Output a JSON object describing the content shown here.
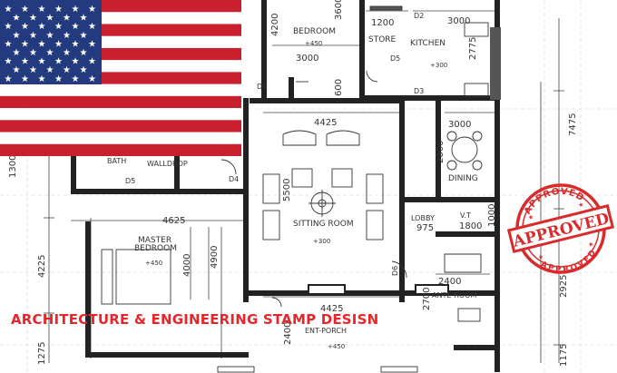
{
  "rooms": {
    "bedroom": "BEDROOM",
    "store": "STORE",
    "kitchen": "KITCHEN",
    "sitting_room": "SITTING ROOM",
    "dining": "DINING",
    "bath": "BATH",
    "walldrop": "WALLDROP",
    "master_bedroom_1": "MASTER",
    "master_bedroom_2": "BEDROOM",
    "lobby": "LOBBY",
    "vt": "V.T",
    "ante_room": "ANTE-ROOM",
    "ent_porch": "ENT-PORCH"
  },
  "doors": [
    "D2",
    "D5",
    "D4",
    "D3",
    "D5",
    "D4",
    "D6"
  ],
  "levels": {
    "bedroom": "+450",
    "kitchen": "+300",
    "sitting": "+300",
    "master": "+450",
    "porch": "+450"
  },
  "dims": {
    "d4200": "4200",
    "d3600": "3600",
    "d3000a": "3000",
    "d1200": "1200",
    "d3000b": "3000",
    "d2775": "2775",
    "d600": "600",
    "d4425a": "4425",
    "d7475": "7475",
    "d3000c": "3000",
    "d2800": "2800",
    "d5500": "5500",
    "d1300": "1300",
    "d4625": "4625",
    "d4225": "4225",
    "d4000": "4000",
    "d4900": "4900",
    "d975": "975",
    "d1800": "1800",
    "d1000": "1000",
    "d2400a": "2400",
    "d2700": "2700",
    "d2925": "2925",
    "d4425b": "4425",
    "d2400b": "2400",
    "d1275": "1275",
    "d1175": "1175"
  },
  "caption": "ARCHITECTURE & ENGINEERING STAMP DESISN",
  "stamp": {
    "top": "APPROVED",
    "main": "APPROVED",
    "bottom": "APPROVED"
  },
  "colors": {
    "flag_red": "#c8202f",
    "flag_blue": "#233a7e",
    "stamp_red": "#d92b2b",
    "caption_red": "#e6262b"
  }
}
